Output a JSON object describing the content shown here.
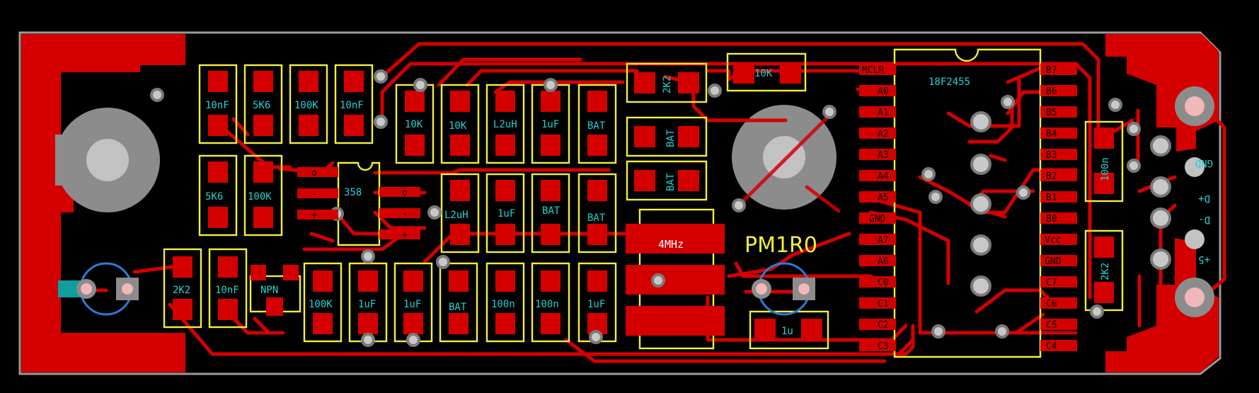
{
  "board": {
    "name": "PM1R0",
    "colors": {
      "copper": "#d40000",
      "silkscreen": "#f3ef3a",
      "labels": "#27d0d0",
      "vias": "#c8c8c8",
      "outline": "#9a9a9a",
      "background": "#000000"
    }
  },
  "components": {
    "c_10nf_a": "10nF",
    "r_5k6_a": "5K6",
    "r_100k_a": "100K",
    "c_10nf_b": "10nF",
    "r_5k6_b": "5K6",
    "r_100k_b": "100K",
    "r_10k_a": "10K",
    "r_10k_b": "10K",
    "l_2uh_a": "L2uH",
    "c_1uf_a": "1uF",
    "bat_a": "BAT",
    "l_2uh_b": "L2uH",
    "c_1uf_b": "1uF",
    "bat_b": "BAT",
    "bat_c": "BAT",
    "r_2k2_top": "2K2",
    "bat_d": "BAT",
    "bat_e": "BAT",
    "r_10k_top": "10K",
    "opamp": "358",
    "r_2k2_left": "2K2",
    "c_10nf_c": "10nF",
    "npn": "NPN",
    "r_100k_c": "100K",
    "c_1uf_c": "1uF",
    "c_1uf_d": "1uF",
    "bat_f": "BAT",
    "c_100n_a": "100n",
    "c_100n_b": "100n",
    "c_1uf_e": "1uF",
    "crystal": "4MHz",
    "c_1u": "1u",
    "mcu": "18F2455",
    "c_100n_right": "100n",
    "r_2k2_right": "2K2"
  },
  "opamp_pins": {
    "p1": "o",
    "p2": "-",
    "p3": "+",
    "p4": "o",
    "p5": "-",
    "p6": "+"
  },
  "npn_pin": "-",
  "mcu_left_pins": [
    "MCLR",
    "A0",
    "A1",
    "A2",
    "A3",
    "A4",
    "A5",
    "GND",
    "A7",
    "A6",
    "C0",
    "C1",
    "C2",
    "C3"
  ],
  "mcu_right_pins": [
    "B7",
    "B6",
    "B5",
    "B4",
    "B3",
    "B2",
    "B1",
    "B0",
    "Vcc",
    "GND",
    "C7",
    "C6",
    "C5",
    "C4"
  ],
  "usb": {
    "gnd": "GND",
    "dplus": "D+",
    "dminus": "D-",
    "vplus": "+5"
  }
}
